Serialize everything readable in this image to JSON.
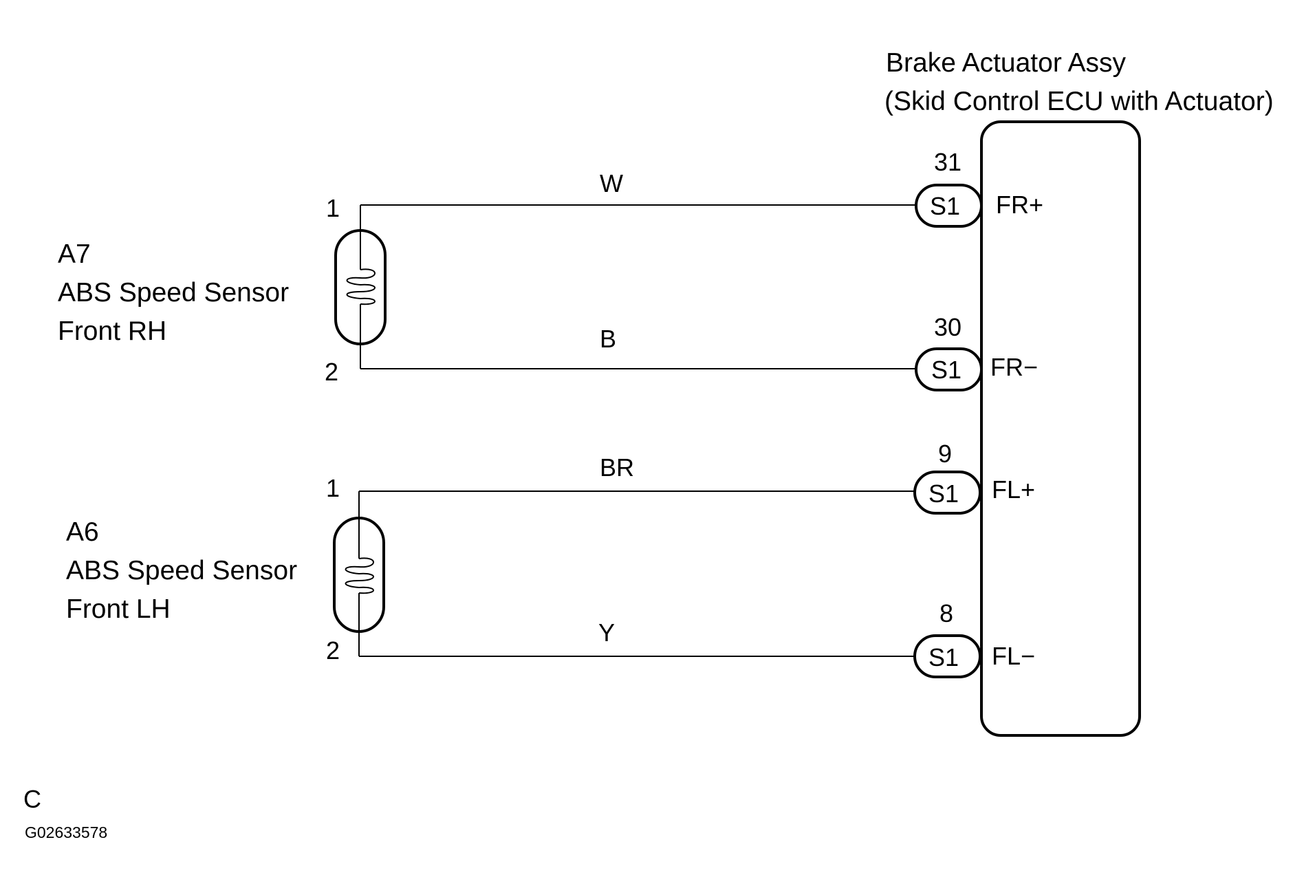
{
  "ecu": {
    "title": "Brake Actuator Assy",
    "subtitle": "(Skid Control ECU with Actuator)",
    "terminals": [
      {
        "pin": "31",
        "connector": "S1",
        "signal": "FR+",
        "wire": "W"
      },
      {
        "pin": "30",
        "connector": "S1",
        "signal": "FR−",
        "wire": "B"
      },
      {
        "pin": "9",
        "connector": "S1",
        "signal": "FL+",
        "wire": "BR"
      },
      {
        "pin": "8",
        "connector": "S1",
        "signal": "FL−",
        "wire": "Y"
      }
    ]
  },
  "sensors": [
    {
      "code": "A7",
      "name": "ABS Speed Sensor",
      "position": "Front RH",
      "pin_top": "1",
      "pin_bottom": "2"
    },
    {
      "code": "A6",
      "name": "ABS Speed Sensor",
      "position": "Front LH",
      "pin_top": "1",
      "pin_bottom": "2"
    }
  ],
  "footer": {
    "letter": "C",
    "figure_id": "G02633578"
  }
}
